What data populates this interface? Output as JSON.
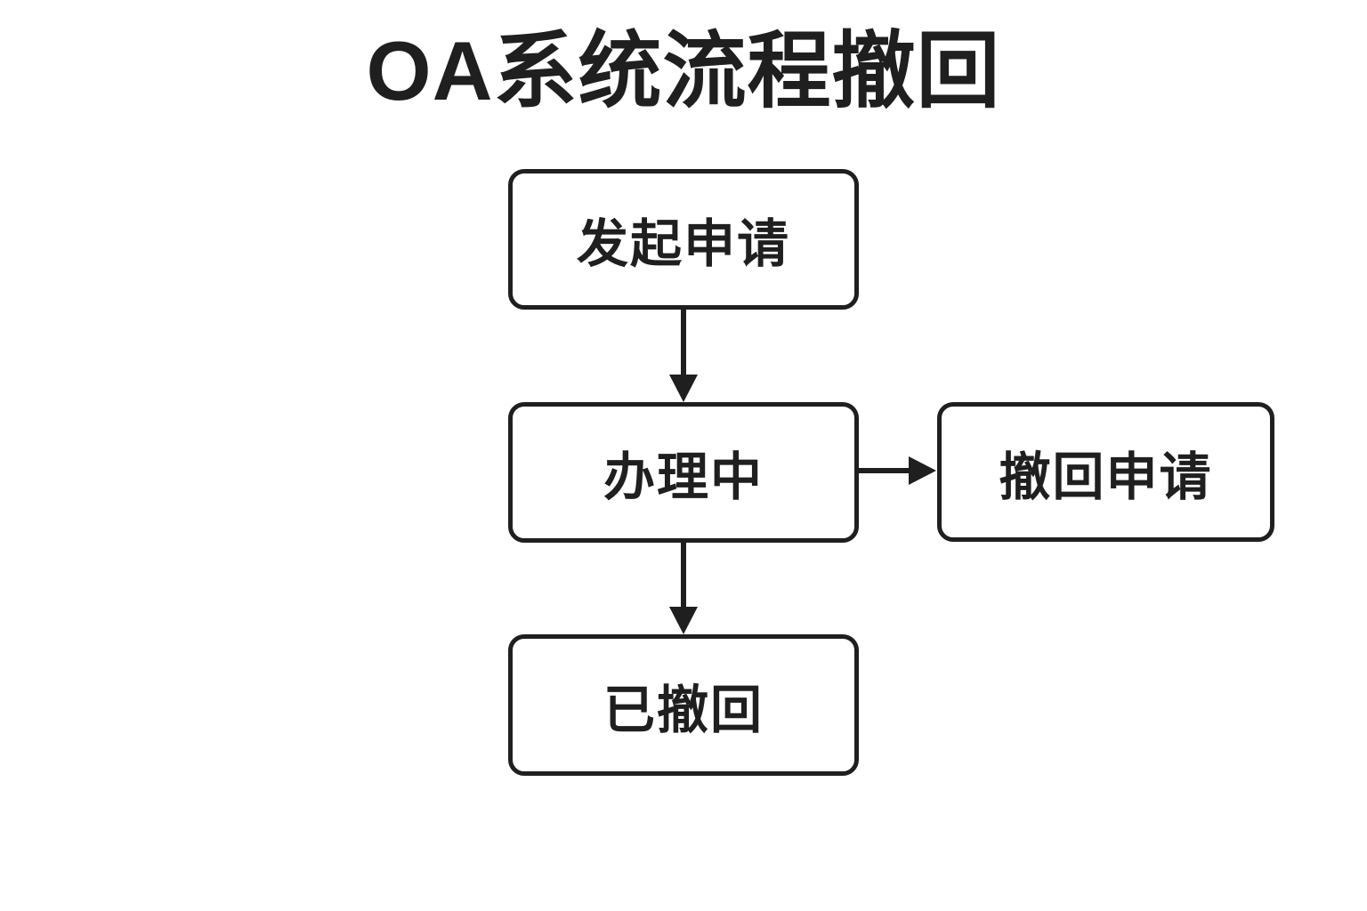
{
  "diagram": {
    "title": "OA系统流程撤回",
    "type": "flowchart",
    "nodes": [
      {
        "id": "start",
        "label": "发起申请"
      },
      {
        "id": "processing",
        "label": "办理中"
      },
      {
        "id": "withdraw-request",
        "label": "撤回申请"
      },
      {
        "id": "withdrawn",
        "label": "已撤回"
      }
    ],
    "edges": [
      {
        "from": "start",
        "to": "processing",
        "direction": "down"
      },
      {
        "from": "processing",
        "to": "withdraw-request",
        "direction": "right"
      },
      {
        "from": "processing",
        "to": "withdrawn",
        "direction": "down"
      }
    ],
    "colors": {
      "background": "#ffffff",
      "stroke": "#1f1f1f",
      "text": "#1f1f1f"
    }
  }
}
